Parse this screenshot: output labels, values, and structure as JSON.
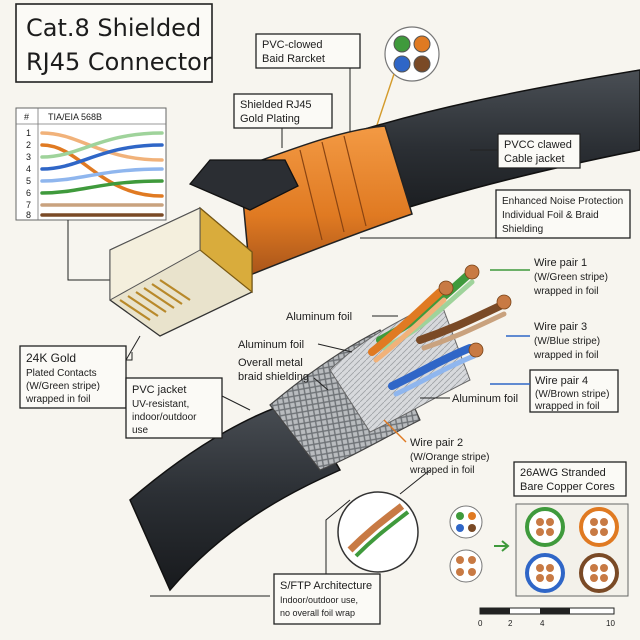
{
  "title": {
    "line1": "Cat.8 Shielded",
    "line2": "RJ45 Connector"
  },
  "wiring_table": {
    "header_num": "#",
    "header_std": "TIA/EIA 568B",
    "pin_numbers": [
      "1",
      "2",
      "3",
      "4",
      "5",
      "6",
      "7",
      "8"
    ]
  },
  "callouts": {
    "boot": {
      "line1": "PVC-clowed",
      "line2": "Baid Rarcket"
    },
    "plug": {
      "line1": "Shielded RJ45",
      "line2": "Gold Plating"
    },
    "jacket_top": {
      "line1": "PVCC clawed",
      "line2": "Cable jacket"
    },
    "noise": {
      "line1": "Enhanced Noise Protection",
      "line2": "Individual Foil & Braid",
      "line3": "Shielding"
    },
    "al_foil_1": "Aluminum foil",
    "al_foil_2": "Aluminum foil",
    "braid": {
      "line1": "Overall metal",
      "line2": "braid shielding"
    },
    "al_foil_3": "Aluminum foil",
    "pair1": {
      "line1": "Wire pair 1",
      "line2": "(W/Green stripe)",
      "line3": "wrapped in foil"
    },
    "pair3": {
      "line1": "Wire pair 3",
      "line2": "(W/Blue stripe)",
      "line3": "wrapped in foil"
    },
    "pair4": {
      "line1": "Wire pair 4",
      "line2": "(W/Brown stripe)",
      "line3": "wrapped in foil"
    },
    "pair2": {
      "line1": "Wire pair 2",
      "line2": "(W/Orange stripe)",
      "line3": "wrapped in foil"
    },
    "gold": {
      "line1": "24K Gold",
      "line2": "Plated Contacts",
      "line3": "(W/Green stripe)",
      "line4": "wrapped in foil"
    },
    "pvc_jacket": {
      "line1": "PVC jacket",
      "line2": "UV-resistant,",
      "line3": "indoor/outdoor",
      "line4": "use"
    },
    "awg": {
      "line1": "26AWG Stranded",
      "line2": "Bare Copper Cores"
    },
    "sftp": {
      "line1": "S/FTP Architecture",
      "line2": "Indoor/outdoor use,",
      "line3": "no overall foil wrap"
    }
  },
  "scale_bar": {
    "ticks": [
      "0",
      "2",
      "4",
      "10"
    ]
  },
  "colors": {
    "orange": "#e07a22",
    "jacket": "#2d3136",
    "green": "#3f9a3c",
    "blue": "#2f66c7",
    "brown": "#7a4a26",
    "copper": "#c87a44",
    "gold": "#d9ac3c"
  }
}
